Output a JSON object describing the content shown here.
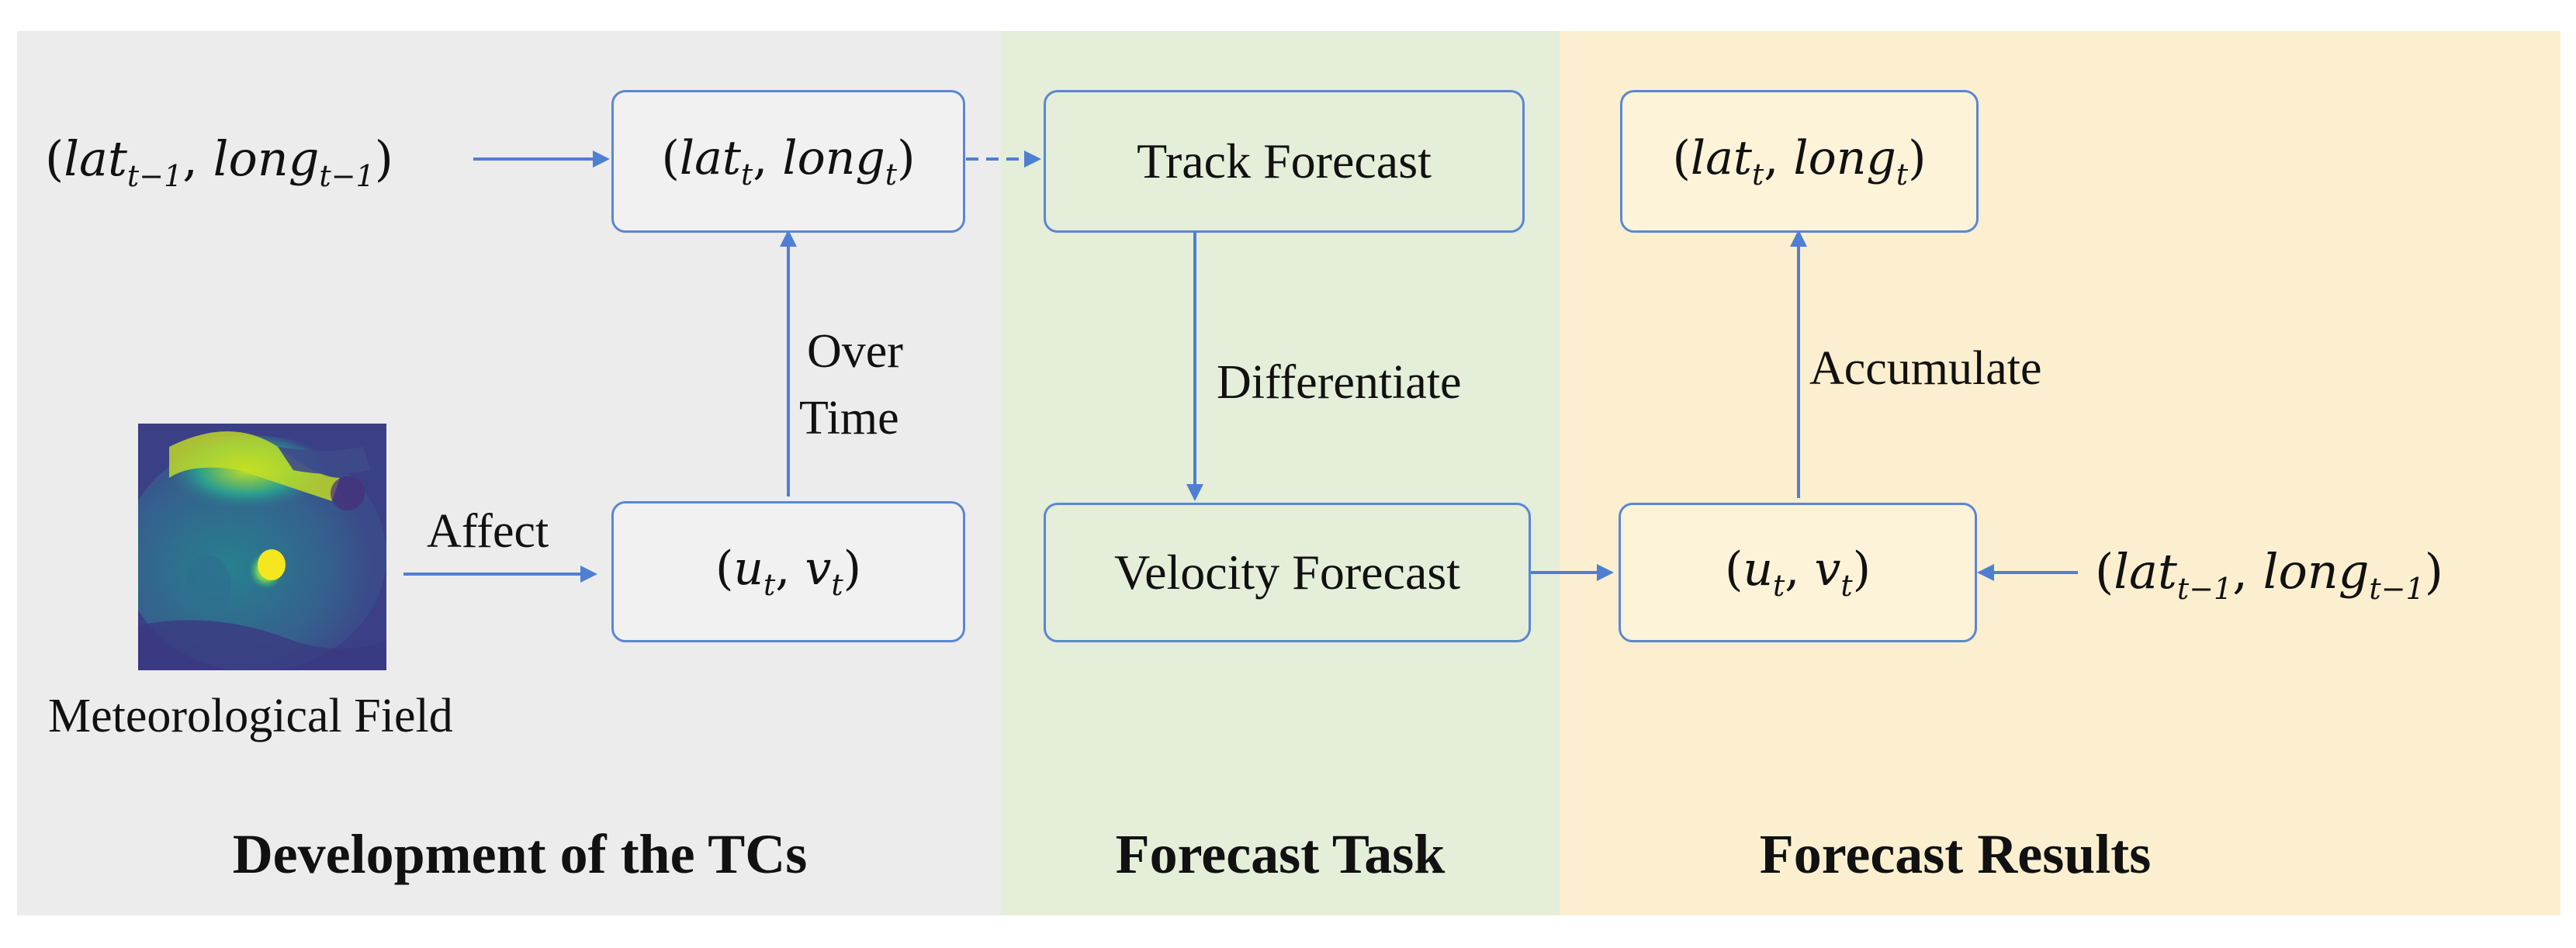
{
  "panels": {
    "development": {
      "title": "Development of the TCs",
      "color": "#ececec"
    },
    "task": {
      "title": "Forecast Task",
      "color": "#e4eed9"
    },
    "results": {
      "title": "Forecast Results",
      "color": "#fcefcf"
    }
  },
  "nodes": {
    "dev_prev_pos": {
      "base1": "lat",
      "sub1": "t−1",
      "base2": "long",
      "sub2": "t−1"
    },
    "dev_pos": {
      "base1": "lat",
      "sub1": "t",
      "base2": "long",
      "sub2": "t"
    },
    "dev_vel": {
      "base1": "u",
      "sub1": "t",
      "base2": "v",
      "sub2": "t"
    },
    "met_field_label": "Meteorological Field",
    "track_forecast": "Track Forecast",
    "velocity_forecast": "Velocity Forecast",
    "res_pos": {
      "base1": "lat",
      "sub1": "t",
      "base2": "long",
      "sub2": "t"
    },
    "res_vel": {
      "base1": "u",
      "sub1": "t",
      "base2": "v",
      "sub2": "t"
    },
    "res_prev_pos": {
      "base1": "lat",
      "sub1": "t−1",
      "base2": "long",
      "sub2": "t−1"
    }
  },
  "edges": {
    "affect": "Affect",
    "over_time_1": "Over",
    "over_time_2": "Time",
    "differentiate": "Differentiate",
    "accumulate": "Accumulate"
  },
  "colors": {
    "arrow": "#4f7fd4",
    "box_border": "#5b86d6"
  }
}
